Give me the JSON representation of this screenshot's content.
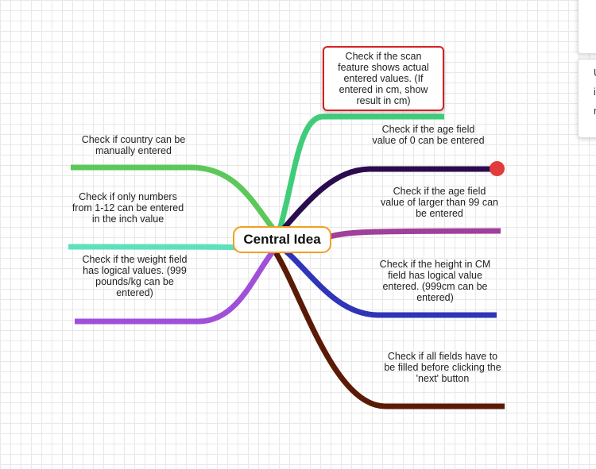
{
  "central": {
    "text": "Central Idea"
  },
  "branches": [
    {
      "id": "scan",
      "text": "Check if the scan feature shows actual entered values. (If entered in cm, show result in cm)",
      "color": "#3fcd7a",
      "selected": true
    },
    {
      "id": "age0",
      "text": "Check if the age field value of 0 can be entered",
      "color": "#2a0c4e"
    },
    {
      "id": "age99",
      "text": "Check if the age field value of larger than 99 can be entered",
      "color": "#a0409a"
    },
    {
      "id": "heightcm",
      "text": "Check if the height in CM field has logical value entered. (999cm can be entered)",
      "color": "#2f35b8"
    },
    {
      "id": "allfields",
      "text": "Check if all fields have to be filled before clicking the 'next' button",
      "color": "#5a1a06"
    },
    {
      "id": "country",
      "text": "Check if country can be manually entered",
      "color": "#5cc85a"
    },
    {
      "id": "inch",
      "text": "Check if only numbers from 1-12 can be entered in the inch value",
      "color": "#5fe0bd"
    },
    {
      "id": "weight",
      "text": "Check if the weight field has logical values. (999 pounds/kg can be entered)",
      "color": "#a050d8"
    }
  ],
  "side_panel": {
    "letters": [
      "U",
      "i",
      "r"
    ]
  }
}
